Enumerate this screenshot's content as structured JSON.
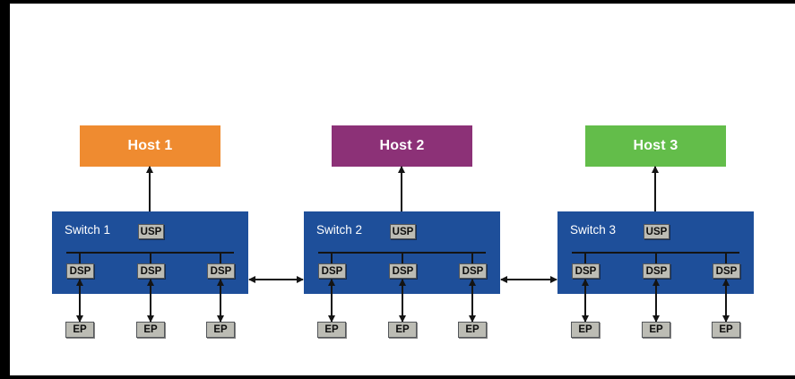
{
  "styles": {
    "frame_background": "#000000",
    "slide_background": "#ffffff",
    "switch_fill": "#1e4f9a",
    "port_fill": "#bcbcb4",
    "port_border": "#53565a",
    "connector": "#141414",
    "host_text": "#ffffff",
    "switch_text": "#ffffff",
    "port_text": "#0e0e0e"
  },
  "clusters": [
    {
      "host": {
        "label": "Host 1",
        "color": "#ef8b30"
      },
      "switch": {
        "label": "Switch 1"
      },
      "usp": "USP",
      "dsps": [
        "DSP",
        "DSP",
        "DSP"
      ],
      "eps": [
        "EP",
        "EP",
        "EP"
      ]
    },
    {
      "host": {
        "label": "Host 2",
        "color": "#8c3177"
      },
      "switch": {
        "label": "Switch 2"
      },
      "usp": "USP",
      "dsps": [
        "DSP",
        "DSP",
        "DSP"
      ],
      "eps": [
        "EP",
        "EP",
        "EP"
      ]
    },
    {
      "host": {
        "label": "Host 3",
        "color": "#63bd4a"
      },
      "switch": {
        "label": "Switch 3"
      },
      "usp": "USP",
      "dsps": [
        "DSP",
        "DSP",
        "DSP"
      ],
      "eps": [
        "EP",
        "EP",
        "EP"
      ]
    }
  ]
}
